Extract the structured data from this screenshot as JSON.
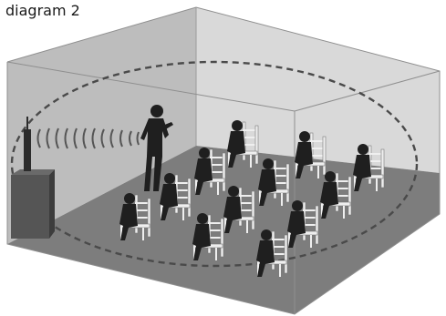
{
  "title": "diagram 2",
  "colors": {
    "back_wall": "#d6d6d6",
    "left_wall": "#bdbdbd",
    "floor": "#7a7a7a",
    "silhouette": "#1f1f1f",
    "chair": "#eeeeee",
    "field_line": "#4a4a4a",
    "edges": "#8f8f8f"
  },
  "icons": [
    "room-box",
    "loudspeaker-icon",
    "speaker-person-icon",
    "sound-wave-icon",
    "audience-icon",
    "chair-icon",
    "dashed-field-ellipse"
  ],
  "audience_count": 12
}
